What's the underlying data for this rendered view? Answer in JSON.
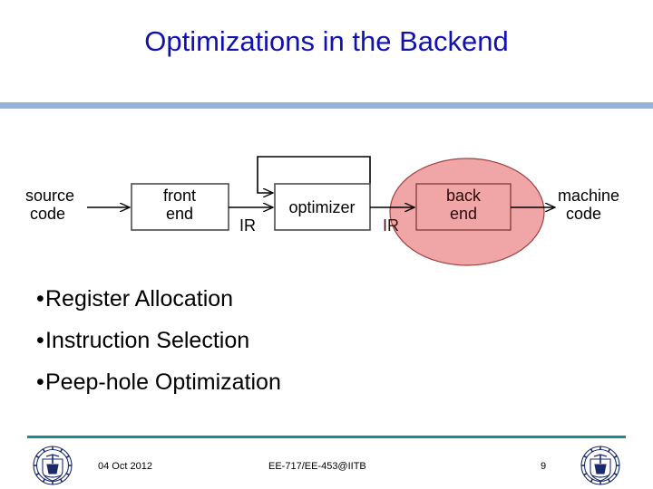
{
  "slide": {
    "title": "Optimizations in the Backend",
    "title_color": "#1111B0",
    "divider_color": "#93B3D7",
    "background": "#ffffff"
  },
  "diagram": {
    "name": "compiler-pipeline-diagram",
    "highlight_color": "#F0A6A6",
    "highlight_border_color": "#A04040",
    "box_border_color": "#4D4D4D",
    "labels": {
      "source_code_line1": "source",
      "source_code_line2": "code",
      "front_end_line1": "front",
      "front_end_line2": "end",
      "ir_left": "IR",
      "optimizer": "optimizer",
      "ir_right": "IR",
      "back_end_line1": "back",
      "back_end_line2": "end",
      "machine_code_line1": "machine",
      "machine_code_line2": "code"
    }
  },
  "bullets": [
    {
      "marker": "•",
      "text": "Register Allocation"
    },
    {
      "marker": "•",
      "text": "Instruction Selection"
    },
    {
      "marker": "•",
      "text": "Peep-hole Optimization"
    }
  ],
  "footer": {
    "rule_color": "#1E8B8B",
    "date": "04 Oct 2012",
    "course": "EE-717/EE-453@IITB",
    "page_number": "9",
    "logo_left_name": "iit-bombay-logo",
    "logo_right_name": "iit-bombay-logo"
  }
}
